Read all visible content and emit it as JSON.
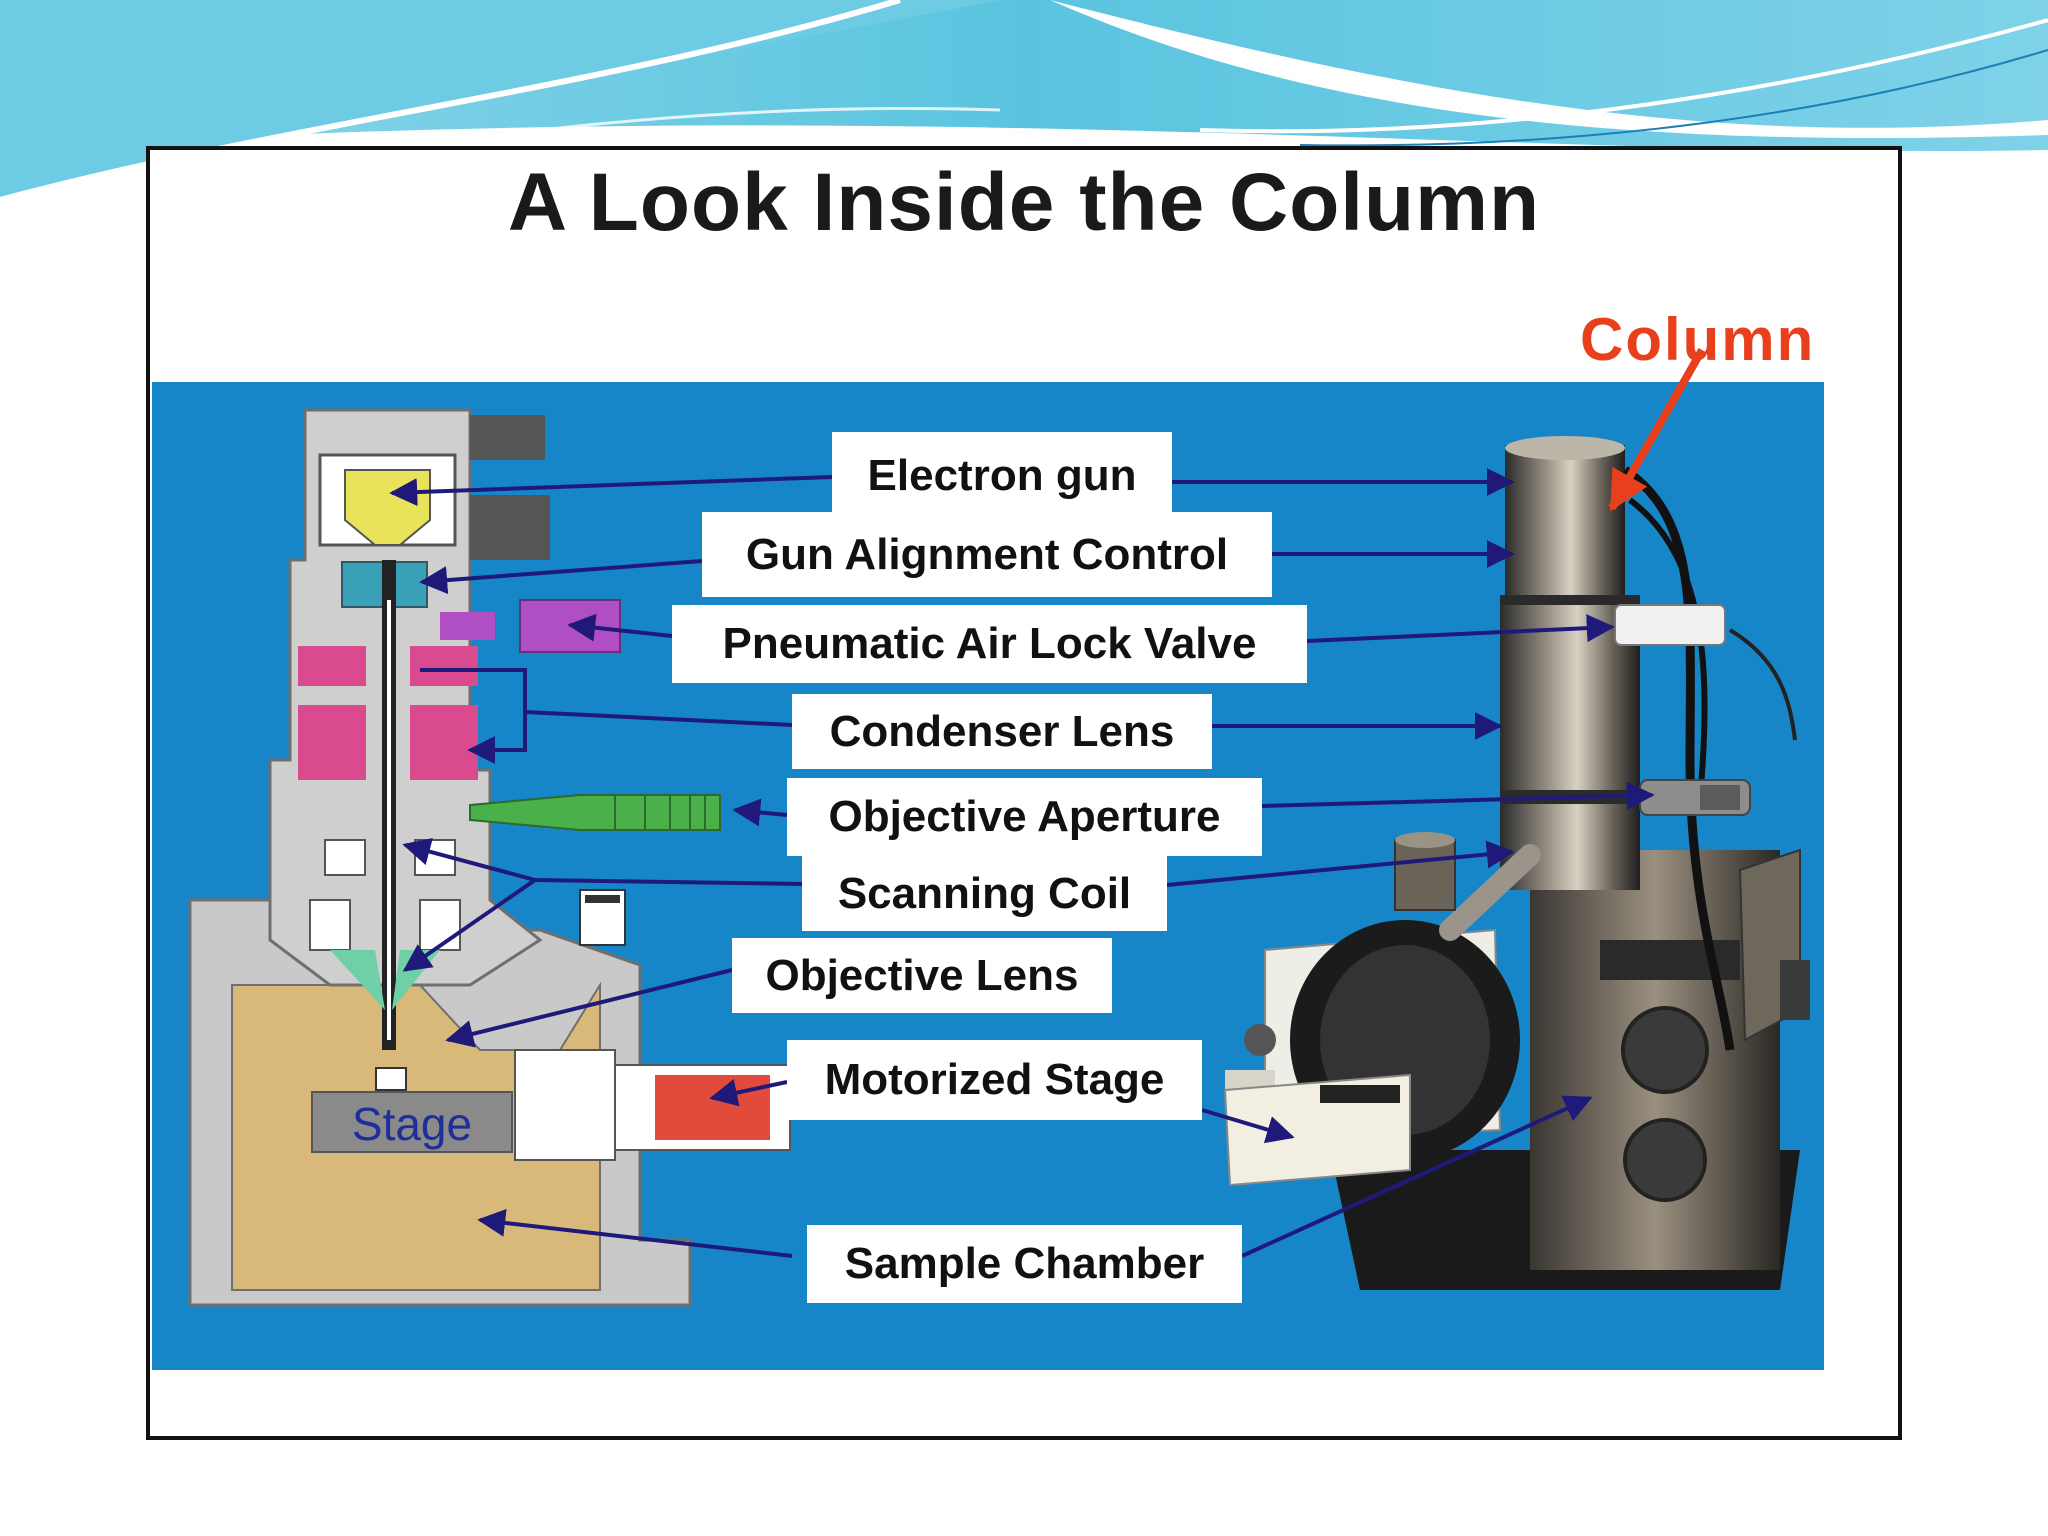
{
  "slide": {
    "title": "A Look Inside the Column",
    "colors": {
      "panel_blue": "#1786c9",
      "callout_bg": "#ffffff",
      "arrow": "#1f1a7a",
      "column_label": "#e8401c",
      "teal_wave": "#5ad0e6"
    }
  },
  "diagram": {
    "column_label": "Column",
    "stage_label": "Stage",
    "callouts": [
      {
        "id": "electron-gun",
        "label": "Electron gun"
      },
      {
        "id": "gun-alignment-control",
        "label": "Gun Alignment Control"
      },
      {
        "id": "pneumatic-air-lock-valve",
        "label": "Pneumatic Air Lock Valve"
      },
      {
        "id": "condenser-lens",
        "label": "Condenser Lens"
      },
      {
        "id": "objective-aperture",
        "label": "Objective Aperture"
      },
      {
        "id": "scanning-coil",
        "label": "Scanning Coil"
      },
      {
        "id": "objective-lens",
        "label": "Objective Lens"
      },
      {
        "id": "motorized-stage",
        "label": "Motorized Stage"
      },
      {
        "id": "sample-chamber",
        "label": "Sample Chamber"
      }
    ]
  }
}
